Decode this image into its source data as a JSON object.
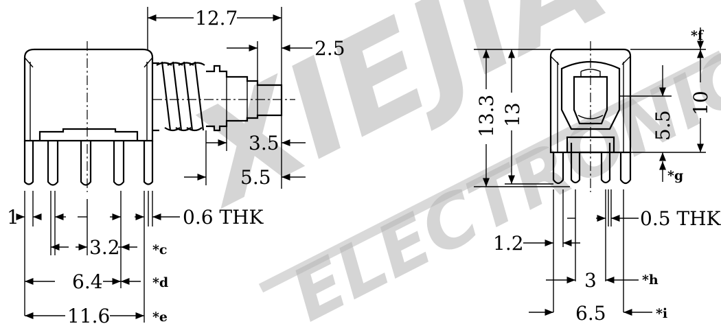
{
  "watermark": {
    "line1": "XIEJIA",
    "line2": "ELECTRONIC",
    "color": "#b4b4b4"
  },
  "side_view": {
    "overall_length": "12.7",
    "button_length": "2.5",
    "shaft_length": "3.5",
    "spring_length": "5.5",
    "left_margin": "1",
    "pin_thickness": "0.6 THK",
    "pin_pitch": "3.2",
    "pin_pitch_note": "*c",
    "outer_pin_span": "6.4",
    "outer_pin_note": "*d",
    "body_width": "11.6",
    "body_width_note": "*e"
  },
  "front_view": {
    "top_note": "*f",
    "total_height": "13.3",
    "body_height": "13",
    "upper_height": "10",
    "knob_height": "5.5",
    "bottom_note": "*g",
    "pin_thickness": "0.5 THK",
    "pin_offset": "1.2",
    "pin_pitch": "3",
    "pin_pitch_note": "*h",
    "outer_width": "6.5",
    "outer_width_note": "*i"
  }
}
